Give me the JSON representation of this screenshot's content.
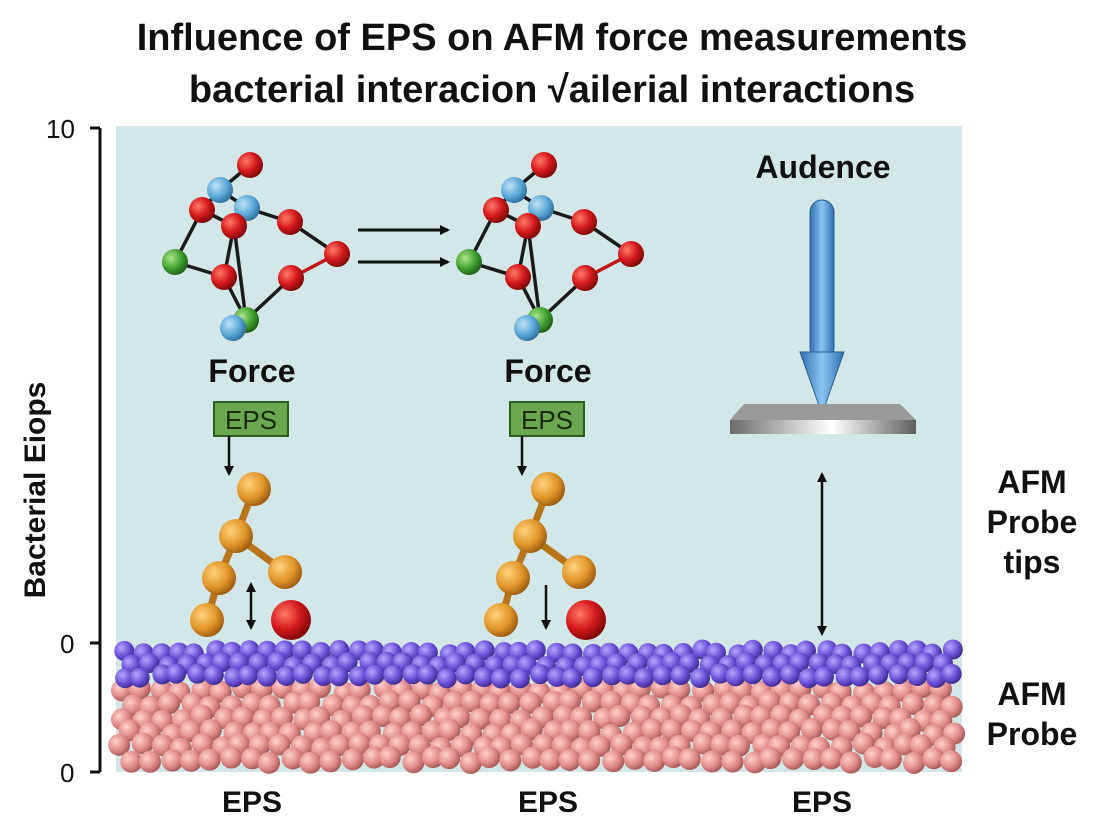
{
  "title": {
    "line1": "Influence of EPS on AFM force measurements",
    "line2": "bacterial interacion √ailerial interactions"
  },
  "y_axis": {
    "label": "Bacterial Eiops",
    "ticks": [
      "10",
      "0",
      "0"
    ]
  },
  "panels": [
    {
      "force_label": "Force",
      "eps_box": "EPS",
      "bottom_label": "EPS"
    },
    {
      "force_label": "Force",
      "eps_box": "EPS",
      "bottom_label": "EPS"
    },
    {
      "top_label": "Audence",
      "bottom_label": "EPS"
    }
  ],
  "side_labels": {
    "probe_tips": [
      "AFM",
      "Probe",
      "tips"
    ],
    "probe": [
      "AFM",
      "Probe"
    ]
  },
  "colors": {
    "background": "#d3e6e8",
    "eps_box": "#6aa84f",
    "chain": "#e0962a",
    "purple_layer": "#6a4fd6",
    "pink_layer": "#e08a8a",
    "arrow_blue": "#4a90d9"
  }
}
